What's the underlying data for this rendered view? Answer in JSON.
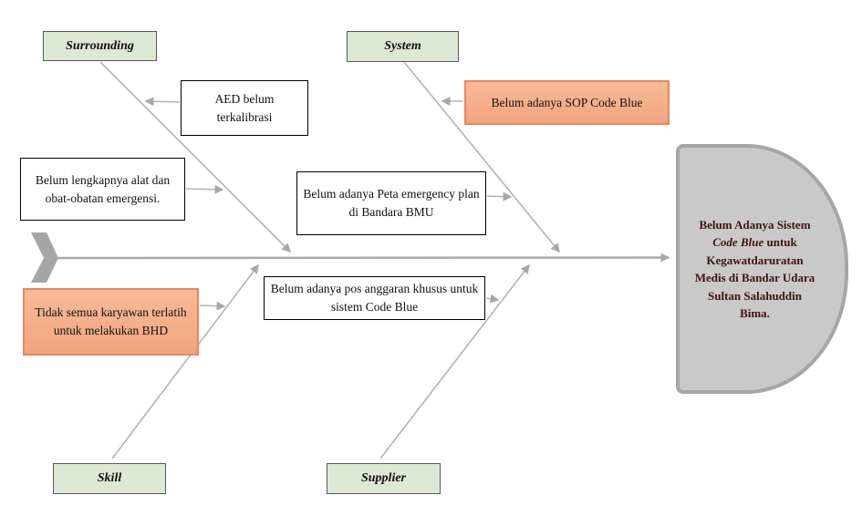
{
  "diagram": {
    "type": "fishbone",
    "categories": [
      {
        "id": "surrounding",
        "label": "Surrounding"
      },
      {
        "id": "system",
        "label": "System"
      },
      {
        "id": "skill",
        "label": "Skill"
      },
      {
        "id": "supplier",
        "label": "Supplier"
      }
    ],
    "causes": [
      {
        "category": "surrounding",
        "label": "AED belum terkalibrasi",
        "highlighted": false
      },
      {
        "category": "surrounding",
        "label": "Belum lengkapnya alat dan obat-obatan emergensi.",
        "highlighted": false
      },
      {
        "category": "system",
        "label": "Belum adanya SOP Code Blue",
        "highlighted": true
      },
      {
        "category": "system",
        "label": "Belum adanya Peta emergency plan di Bandara BMU",
        "highlighted": false
      },
      {
        "category": "skill",
        "label": "Tidak semua karyawan terlatih untuk melakukan BHD",
        "highlighted": true
      },
      {
        "category": "supplier",
        "label": "Belum adanya pos anggaran khusus untuk sistem Code Blue",
        "highlighted": false
      }
    ],
    "effect": {
      "text_before_italic": "Belum Adanya Sistem ",
      "italic_text": "Code Blue",
      "text_after_italic": " untuk Kegawatdaruratan Medis di Bandar Udara Sultan Salahuddin Bima."
    },
    "colors": {
      "category_fill": "#dce9d5",
      "category_border": "#595959",
      "cause_fill": "#ffffff",
      "cause_border": "#000000",
      "highlight_fill": "#f5ac88",
      "highlight_border": "#e8875f",
      "head_fill": "#c9c9c9",
      "head_border": "#a6a6a6",
      "head_text_color": "#3d1414",
      "line_color": "#a9a9a9"
    }
  }
}
